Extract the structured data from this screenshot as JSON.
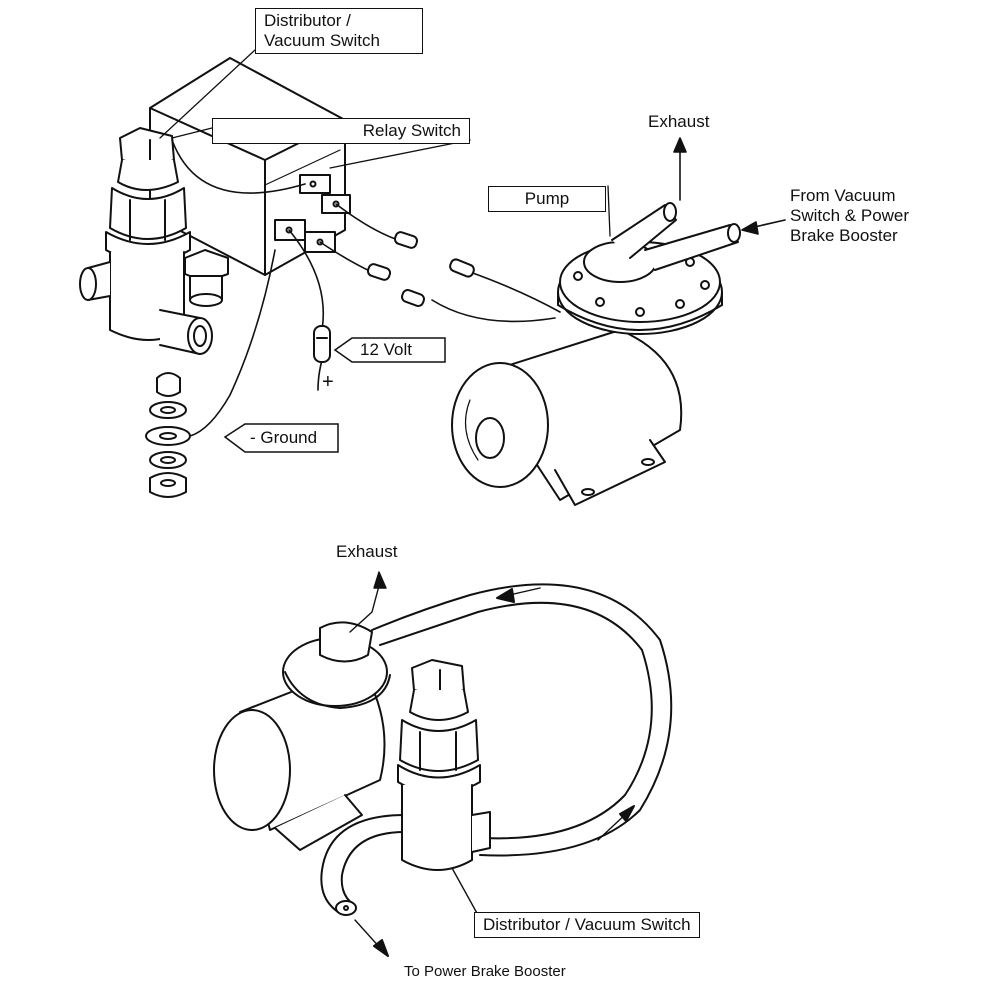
{
  "labels": {
    "dist_switch_top_line1": "Distributor /",
    "dist_switch_top_line2": "Vacuum Switch",
    "relay_switch": "Relay Switch",
    "exhaust_top": "Exhaust",
    "pump": "Pump",
    "from_vacuum_line1": "From Vacuum",
    "from_vacuum_line2": "Switch & Power",
    "from_vacuum_line3": "Brake Booster",
    "twelve_volt": "12 Volt",
    "plus_sign": "+",
    "ground": "- Ground",
    "exhaust_bottom": "Exhaust",
    "dist_switch_bottom": "Distributor / Vacuum Switch",
    "to_booster": "To Power Brake Booster"
  },
  "colors": {
    "ink": "#111111",
    "paper": "#ffffff"
  }
}
